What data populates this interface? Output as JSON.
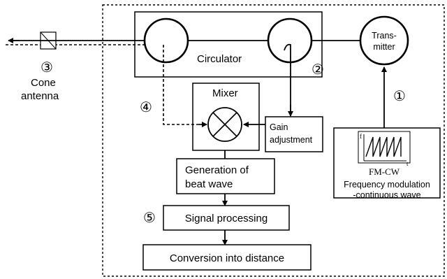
{
  "labels": {
    "circulator": "Circulator",
    "transmitter_line1": "Trans-",
    "transmitter_line2": "mitter",
    "cone_antenna_line1": "Cone",
    "cone_antenna_line2": "antenna",
    "mixer": "Mixer",
    "gain_line1": "Gain",
    "gain_line2": "adjustment",
    "beat_line1": "Generation of",
    "beat_line2": "beat wave",
    "signal_processing": "Signal processing",
    "conversion": "Conversion into distance",
    "fmcw_caption": "FM-CW",
    "freq_mod_line1": "Frequency modulation",
    "freq_mod_line2": "-continuous wave",
    "axis_f": "f",
    "axis_t": "t"
  },
  "markers": {
    "m1": "①",
    "m2": "②",
    "m3": "③",
    "m4": "④",
    "m5": "⑤"
  }
}
